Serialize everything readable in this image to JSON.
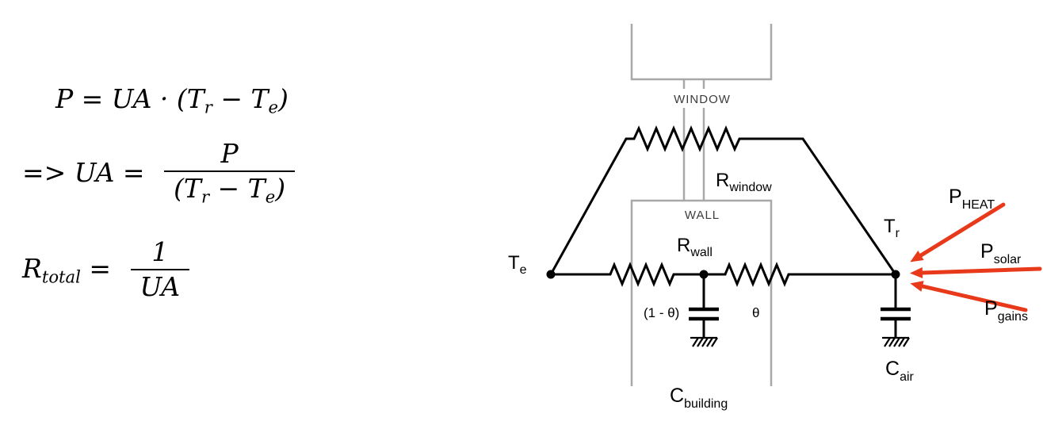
{
  "equations": {
    "eq1": {
      "part1": "P = UA · (T",
      "sub1": "r",
      "part2": " − T",
      "sub2": "e",
      "part3": ")"
    },
    "eq2": {
      "prefix": "=> UA = ",
      "numerator": "P",
      "den1": "(T",
      "den_sub1": "r",
      "den2": " − T",
      "den_sub2": "e",
      "den3": ")"
    },
    "eq3": {
      "lhs_base": "R",
      "lhs_sub": "total",
      "equals": " = ",
      "numerator": "1",
      "denominator": "UA"
    }
  },
  "circuit": {
    "window_label": "WINDOW",
    "wall_label": "WALL",
    "r_window": {
      "base": "R",
      "sub": "window"
    },
    "r_wall": {
      "base": "R",
      "sub": "wall"
    },
    "t_e": {
      "base": "T",
      "sub": "e"
    },
    "t_r": {
      "base": "T",
      "sub": "r"
    },
    "c_building": {
      "base": "C",
      "sub": "building"
    },
    "c_air": {
      "base": "C",
      "sub": "air"
    },
    "theta_left": "(1 - θ)",
    "theta_right": "θ",
    "p_heat": {
      "base": "P",
      "sub": "HEAT"
    },
    "p_solar": {
      "base": "P",
      "sub": "solar"
    },
    "p_gains": {
      "base": "P",
      "sub": "gains"
    },
    "colors": {
      "arrow": "#e8391a",
      "structure": "#a8a8a8",
      "wire": "#000000"
    }
  }
}
